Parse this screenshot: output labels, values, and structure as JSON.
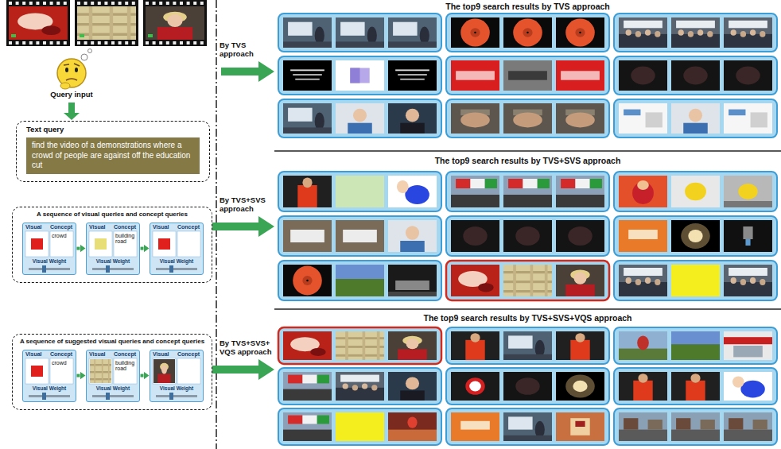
{
  "diagram": {
    "nodes": [
      {
        "text": [
          "Text query"
        ]
      },
      {
        "text": [
          "find the video of a demonstrations where a crowd of people are against off the education cut"
        ],
        "in": 0
      },
      {
        "text": [
          "A sequence of visual queries and concept queries"
        ]
      },
      {
        "text": [
          "Visual",
          "Concept",
          "crowd",
          "Visual Weight"
        ],
        "in": 2
      },
      {
        "text": [
          "Visual",
          "Concept",
          "building road",
          "Visual Weight"
        ],
        "in": 2
      },
      {
        "text": [
          "Visual",
          "Concept",
          "Visual Weight"
        ],
        "in": 2
      },
      {
        "text": [
          "A sequence of suggested visual queries and concept queries"
        ]
      },
      {
        "text": [
          "Visual",
          "Concept",
          "crowd",
          "Visual Weight"
        ],
        "in": 6
      },
      {
        "text": [
          "Visual",
          "Concept",
          "building road",
          "Visual Weight"
        ],
        "in": 6
      },
      {
        "text": [
          "Visual",
          "Concept",
          "Visual Weight"
        ],
        "in": 6
      },
      {
        "text": [
          "The top9 search results by TVS approach"
        ]
      },
      {
        "text": [
          "The top9 search results by TVS+SVS approach"
        ]
      },
      {
        "text": [
          "The top9 search results by TVS+SVS+VQS approach"
        ]
      }
    ],
    "edges": [
      {
        "from": 3,
        "to": 4,
        "arrow": "to"
      },
      {
        "from": 4,
        "to": 5,
        "arrow": "to"
      },
      {
        "from": 7,
        "to": 8,
        "arrow": "to"
      },
      {
        "from": 8,
        "to": 9,
        "arrow": "to"
      },
      {
        "from": 2,
        "to": 11,
        "label": "By TVS+SVS approach",
        "arrow": "to"
      },
      {
        "from": 6,
        "to": 12,
        "label": "By TVS+SVS+ VQS approach",
        "arrow": "to"
      }
    ],
    "labels": [
      "Query input",
      "By TVS approach"
    ]
  }
}
